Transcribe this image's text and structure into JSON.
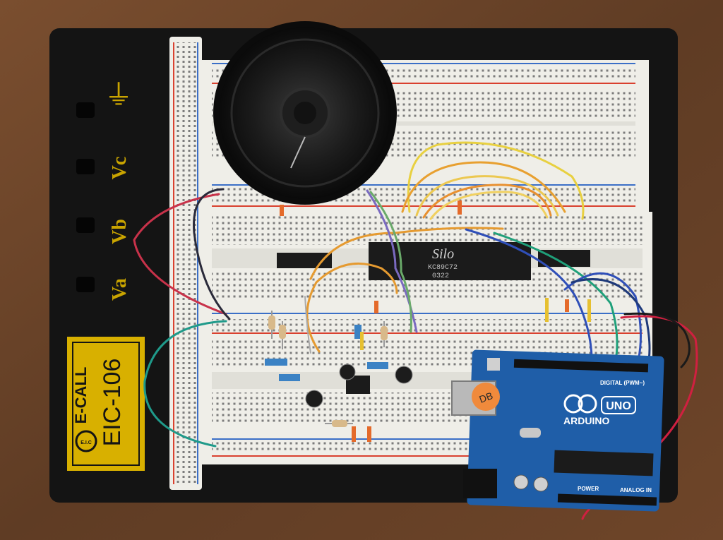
{
  "board": {
    "symbols": {
      "ground": "⏚",
      "vc": "Vc",
      "vb": "Vb",
      "va": "Va"
    },
    "badge": {
      "brand": "E-CALL",
      "model": "EIC-106",
      "mark": "E.I.C"
    }
  },
  "chip": {
    "logo": "Silo",
    "part": "KC89C72",
    "code": "0322"
  },
  "arduino": {
    "wordmark": "ARDUINO",
    "model": "UNO",
    "digital_label": "DIGITAL (PWM~)",
    "power_label": "POWER",
    "analog_label": "ANALOG IN",
    "sticker": "DB"
  },
  "colors": {
    "table": "#6b4429",
    "base": "#121212",
    "breadboard": "#efeee8",
    "arduino": "#1f5ea8",
    "badge": "#d8b000"
  }
}
